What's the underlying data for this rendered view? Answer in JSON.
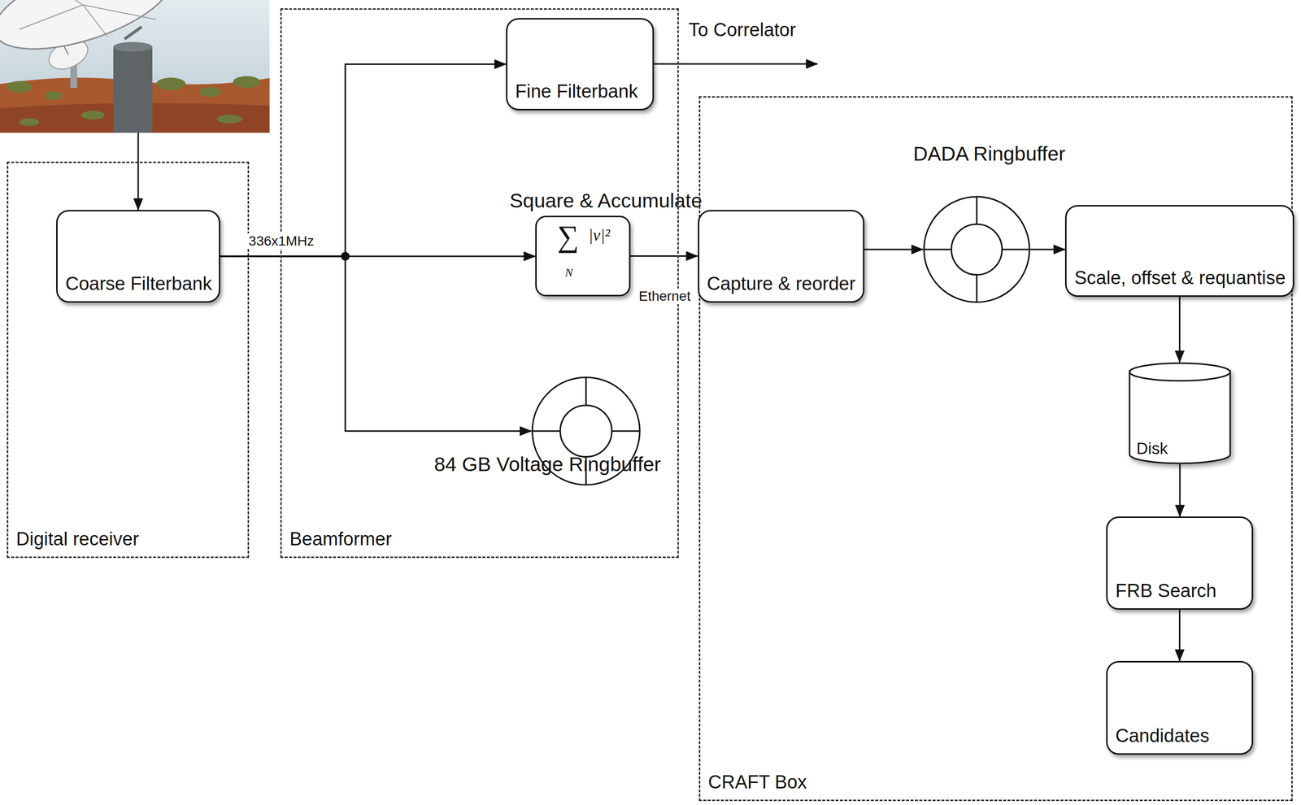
{
  "diagram": {
    "nodes": [
      {
        "text": [
          "Digital receiver"
        ]
      },
      {
        "text": [
          "Coarse Filterbank"
        ],
        "in": 0
      },
      {
        "text": [
          "Beamformer"
        ]
      },
      {
        "text": [
          "Fine Filterbank"
        ],
        "in": 2
      },
      {
        "text": [
          "Square & Accumulate",
          "∑",
          "N",
          "|v|²"
        ],
        "in": 2
      },
      {
        "text": [
          "84 GB Voltage Ringbuffer"
        ],
        "in": 2
      },
      {
        "text": [
          "CRAFT Box"
        ]
      },
      {
        "text": [
          "Capture & reorder"
        ],
        "in": 6
      },
      {
        "text": [
          "DADA Ringbuffer"
        ],
        "in": 6
      },
      {
        "text": [
          "Scale, offset & requantise"
        ],
        "in": 6
      },
      {
        "text": [
          "Disk"
        ],
        "in": 6
      },
      {
        "text": [
          "FRB Search"
        ],
        "in": 6
      },
      {
        "text": [
          "Candidates"
        ],
        "in": 6
      }
    ],
    "edges": [
      {
        "from": 1,
        "to": 3,
        "arrow": "to"
      },
      {
        "from": 1,
        "to": 4,
        "arrow": "to",
        "label": "336x1MHz"
      },
      {
        "from": 1,
        "to": 5,
        "arrow": "to"
      },
      {
        "from": 4,
        "to": 7,
        "arrow": "to",
        "label": "Ethernet"
      },
      {
        "from": 7,
        "to": 8,
        "arrow": "to"
      },
      {
        "from": 8,
        "to": 9,
        "arrow": "to"
      },
      {
        "from": 9,
        "to": 10,
        "arrow": "to"
      },
      {
        "from": 10,
        "to": 11,
        "arrow": "to"
      },
      {
        "from": 11,
        "to": 12,
        "arrow": "to"
      }
    ],
    "labels": [
      "To Correlator"
    ]
  }
}
